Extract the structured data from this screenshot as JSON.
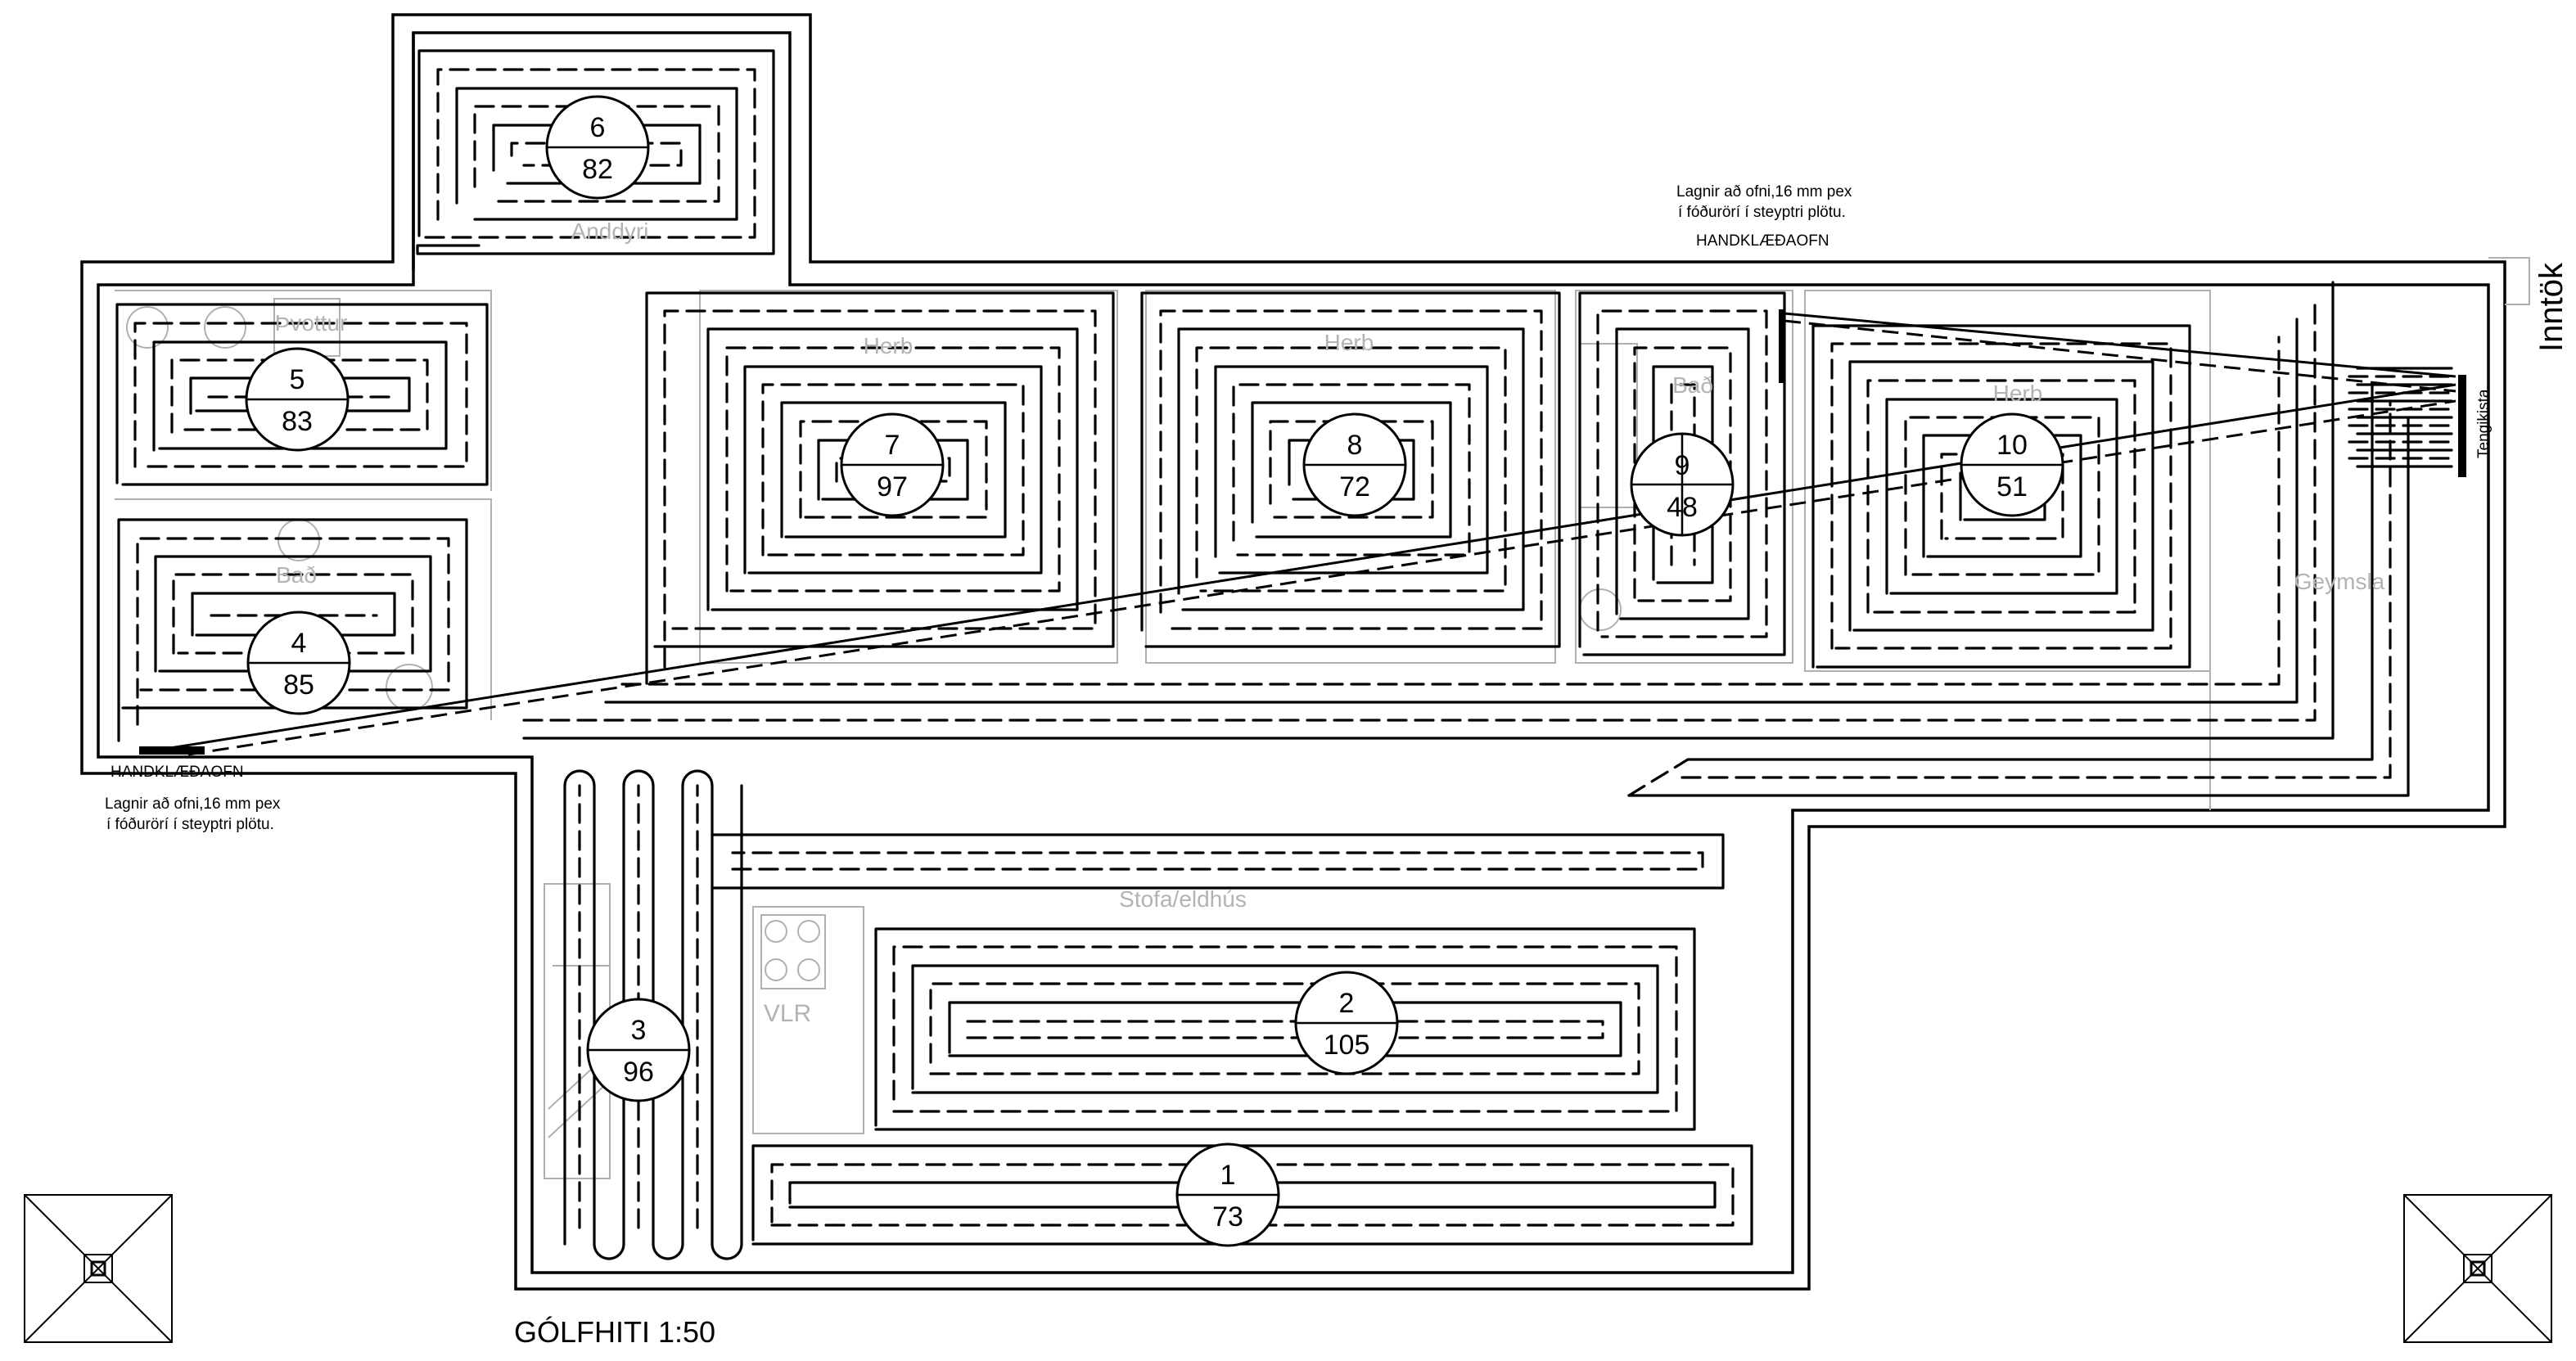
{
  "title": "GÓLFHITI 1:50",
  "intake_label": "Inntök",
  "manifold_label": "Tengikista",
  "appliance_label": "VLR",
  "notes": [
    {
      "lines": [
        "Lagnir að ofni,16 mm pex",
        "í fóðurörí í  steyptri  plötu."
      ],
      "heading": "HANDKLÆÐAOFN"
    },
    {
      "lines": [
        "Lagnir að ofni,16 mm pex",
        "í fóðurörí í  steyptri  plötu."
      ],
      "heading": "HANDKLÆÐAOFN"
    }
  ],
  "rooms": [
    "Anddyri",
    "Þvottur",
    "Bað",
    "Herb",
    "Herb",
    "Bað",
    "Herb",
    "Geymsla",
    "Stofa/eldhús"
  ],
  "loops": [
    {
      "id": "1",
      "length": "73"
    },
    {
      "id": "2",
      "length": "105"
    },
    {
      "id": "3",
      "length": "96"
    },
    {
      "id": "4",
      "length": "85"
    },
    {
      "id": "5",
      "length": "83"
    },
    {
      "id": "6",
      "length": "82"
    },
    {
      "id": "7",
      "length": "97"
    },
    {
      "id": "8",
      "length": "72"
    },
    {
      "id": "9",
      "length": "48"
    },
    {
      "id": "10",
      "length": "51"
    }
  ],
  "colors": {
    "line": "#000000",
    "furniture": "#b0b0b0",
    "room_label": "#b3b3b3"
  }
}
